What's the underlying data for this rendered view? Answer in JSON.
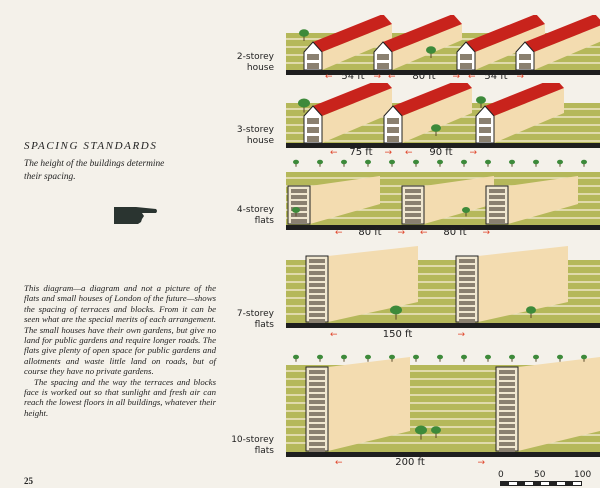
{
  "heading": "SPACING STANDARDS",
  "subheading": "The height of the buildings determine their spacing.",
  "body_paragraphs": [
    "This diagram—a diagram and not a picture of the flats and small houses of London of the future—shows the spacing of terraces and blocks. From it can be seen what are the special merits of each arrangement. The small houses have their own gardens, but give no land for public gardens and require longer roads. The flats give plenty of open space for public gardens and allotments and waste little land on roads, but of course they have no private gardens.",
    "The spacing and the way the terraces and blocks face is worked out so that sunlight and fresh air can reach the lowest floors in all buildings, whatever their height."
  ],
  "page_number": "25",
  "rows": [
    {
      "label_1": "2-storey",
      "label_2": "house",
      "spacings": [
        "54 ft",
        "80 ft",
        "54 ft"
      ]
    },
    {
      "label_1": "3-storey",
      "label_2": "house",
      "spacings": [
        "75 ft",
        "90 ft"
      ]
    },
    {
      "label_1": "4-storey",
      "label_2": "flats",
      "spacings": [
        "80 ft",
        "80 ft"
      ]
    },
    {
      "label_1": "7-storey",
      "label_2": "flats",
      "spacings": [
        "150 ft"
      ]
    },
    {
      "label_1": "10-storey",
      "label_2": "flats",
      "spacings": [
        "200 ft"
      ]
    }
  ],
  "scale_bar": {
    "ticks": [
      "0",
      "50",
      "100"
    ]
  },
  "colors": {
    "roof": "#c8231c",
    "grass": "#b5b85a",
    "wall": "#f3dcb0",
    "ground": "#1e1e1e",
    "arrow": "#e0452b",
    "tree": "#3d8a3a"
  }
}
